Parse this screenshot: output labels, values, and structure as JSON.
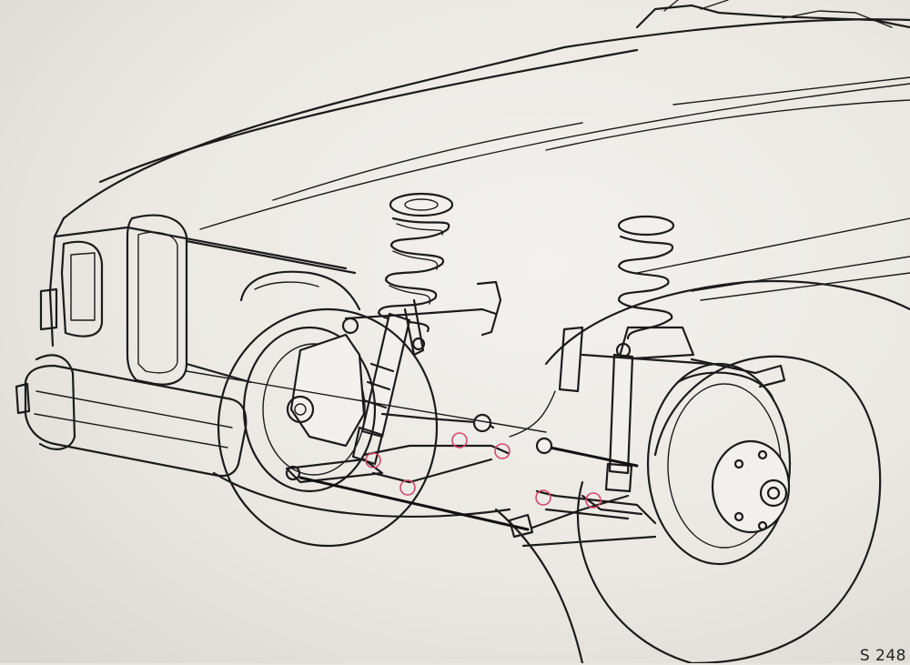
{
  "figure": {
    "code": "S 248",
    "markup_color": "#d4476a",
    "ink_color": "#1b1b1b"
  },
  "icons": [
    "car-body-outline",
    "front-coil-spring",
    "shock-absorber",
    "brake-disc",
    "wheel-hub",
    "control-arm",
    "tie-rod",
    "kidney-grille",
    "headlamp",
    "bumper"
  ]
}
